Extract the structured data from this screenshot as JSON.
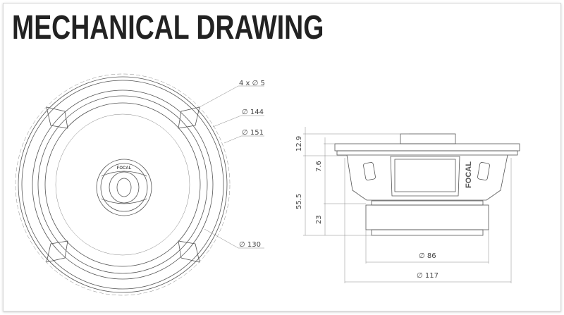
{
  "title": "MECHANICAL DRAWING",
  "brand_logo": "FOCAL",
  "front_view": {
    "mounting_holes": "4 x ∅ 5",
    "outer_diameter_a": "∅ 144",
    "outer_diameter_b": "∅ 151",
    "cutout_diameter": "∅ 130"
  },
  "side_view": {
    "flange_height": "12.9",
    "frame_offset": "7.6",
    "total_depth": "55.5",
    "magnet_height": "23",
    "magnet_diameter": "∅ 86",
    "basket_diameter": "∅ 117"
  }
}
